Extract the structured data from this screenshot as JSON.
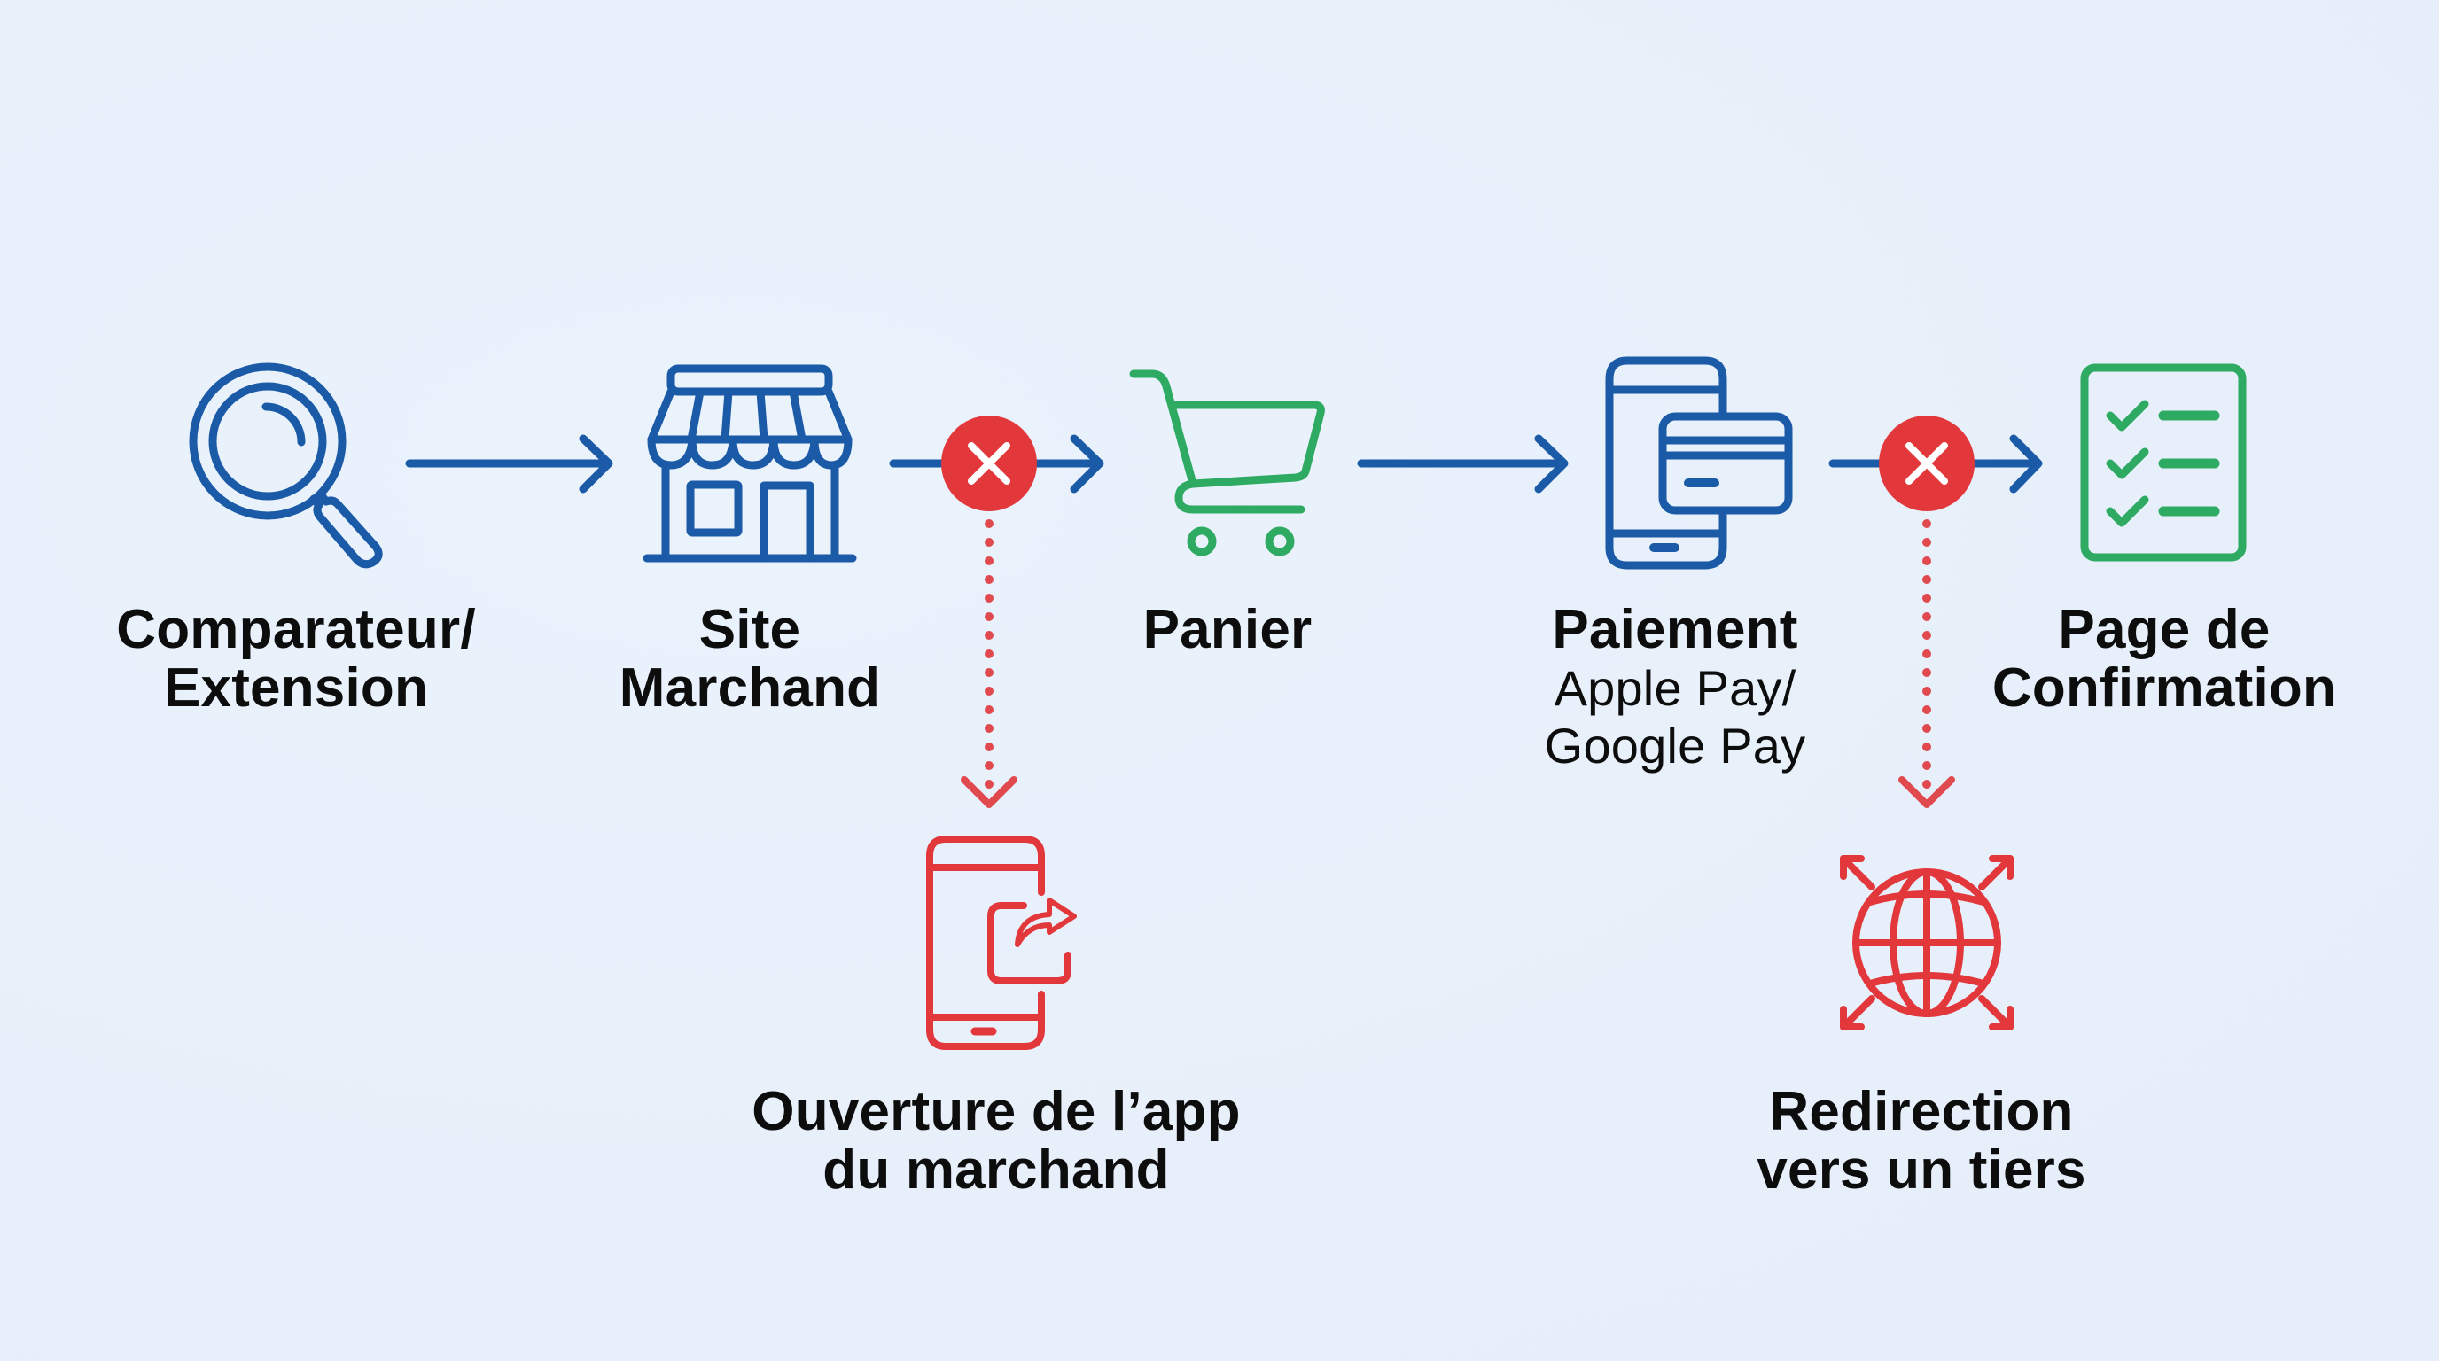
{
  "colors": {
    "background": "#e8f0fb",
    "primary_blue": "#1a5aa6",
    "success_green": "#2eaa62",
    "error_red": "#e2383c",
    "error_red_light": "#e04a4f",
    "text": "#0d0d0d"
  },
  "flow": {
    "steps": [
      {
        "id": "comparator",
        "icon": "magnifier-icon",
        "color": "blue",
        "label_lines": [
          "Comparateur/",
          "Extension"
        ]
      },
      {
        "id": "merchant-site",
        "icon": "storefront-icon",
        "color": "blue",
        "label_lines": [
          "Site",
          "Marchand"
        ]
      },
      {
        "id": "cart",
        "icon": "shopping-cart-icon",
        "color": "green",
        "label_lines": [
          "Panier"
        ]
      },
      {
        "id": "payment",
        "icon": "phone-card-icon",
        "color": "blue",
        "label_lines": [
          "Paiement"
        ],
        "sub_lines": [
          "Apple Pay/",
          "Google Pay"
        ]
      },
      {
        "id": "confirmation",
        "icon": "checklist-icon",
        "color": "green",
        "label_lines": [
          "Page de",
          "Confirmation"
        ]
      }
    ],
    "connectors": [
      {
        "from": "comparator",
        "to": "merchant-site",
        "type": "arrow"
      },
      {
        "from": "merchant-site",
        "to": "cart",
        "type": "arrow-with-failure",
        "failure_icon": "x-circle-icon"
      },
      {
        "from": "cart",
        "to": "payment",
        "type": "arrow"
      },
      {
        "from": "payment",
        "to": "confirmation",
        "type": "arrow-with-failure",
        "failure_icon": "x-circle-icon"
      }
    ],
    "failure_branches": [
      {
        "id": "app-open",
        "from_connector": 1,
        "icon": "phone-app-redirect-icon",
        "color": "red",
        "label_lines": [
          "Ouverture de l’app",
          "du marchand"
        ]
      },
      {
        "id": "third-party-redirect",
        "from_connector": 3,
        "icon": "globe-redirect-icon",
        "color": "red",
        "label_lines": [
          "Redirection",
          "vers un tiers"
        ]
      }
    ]
  }
}
